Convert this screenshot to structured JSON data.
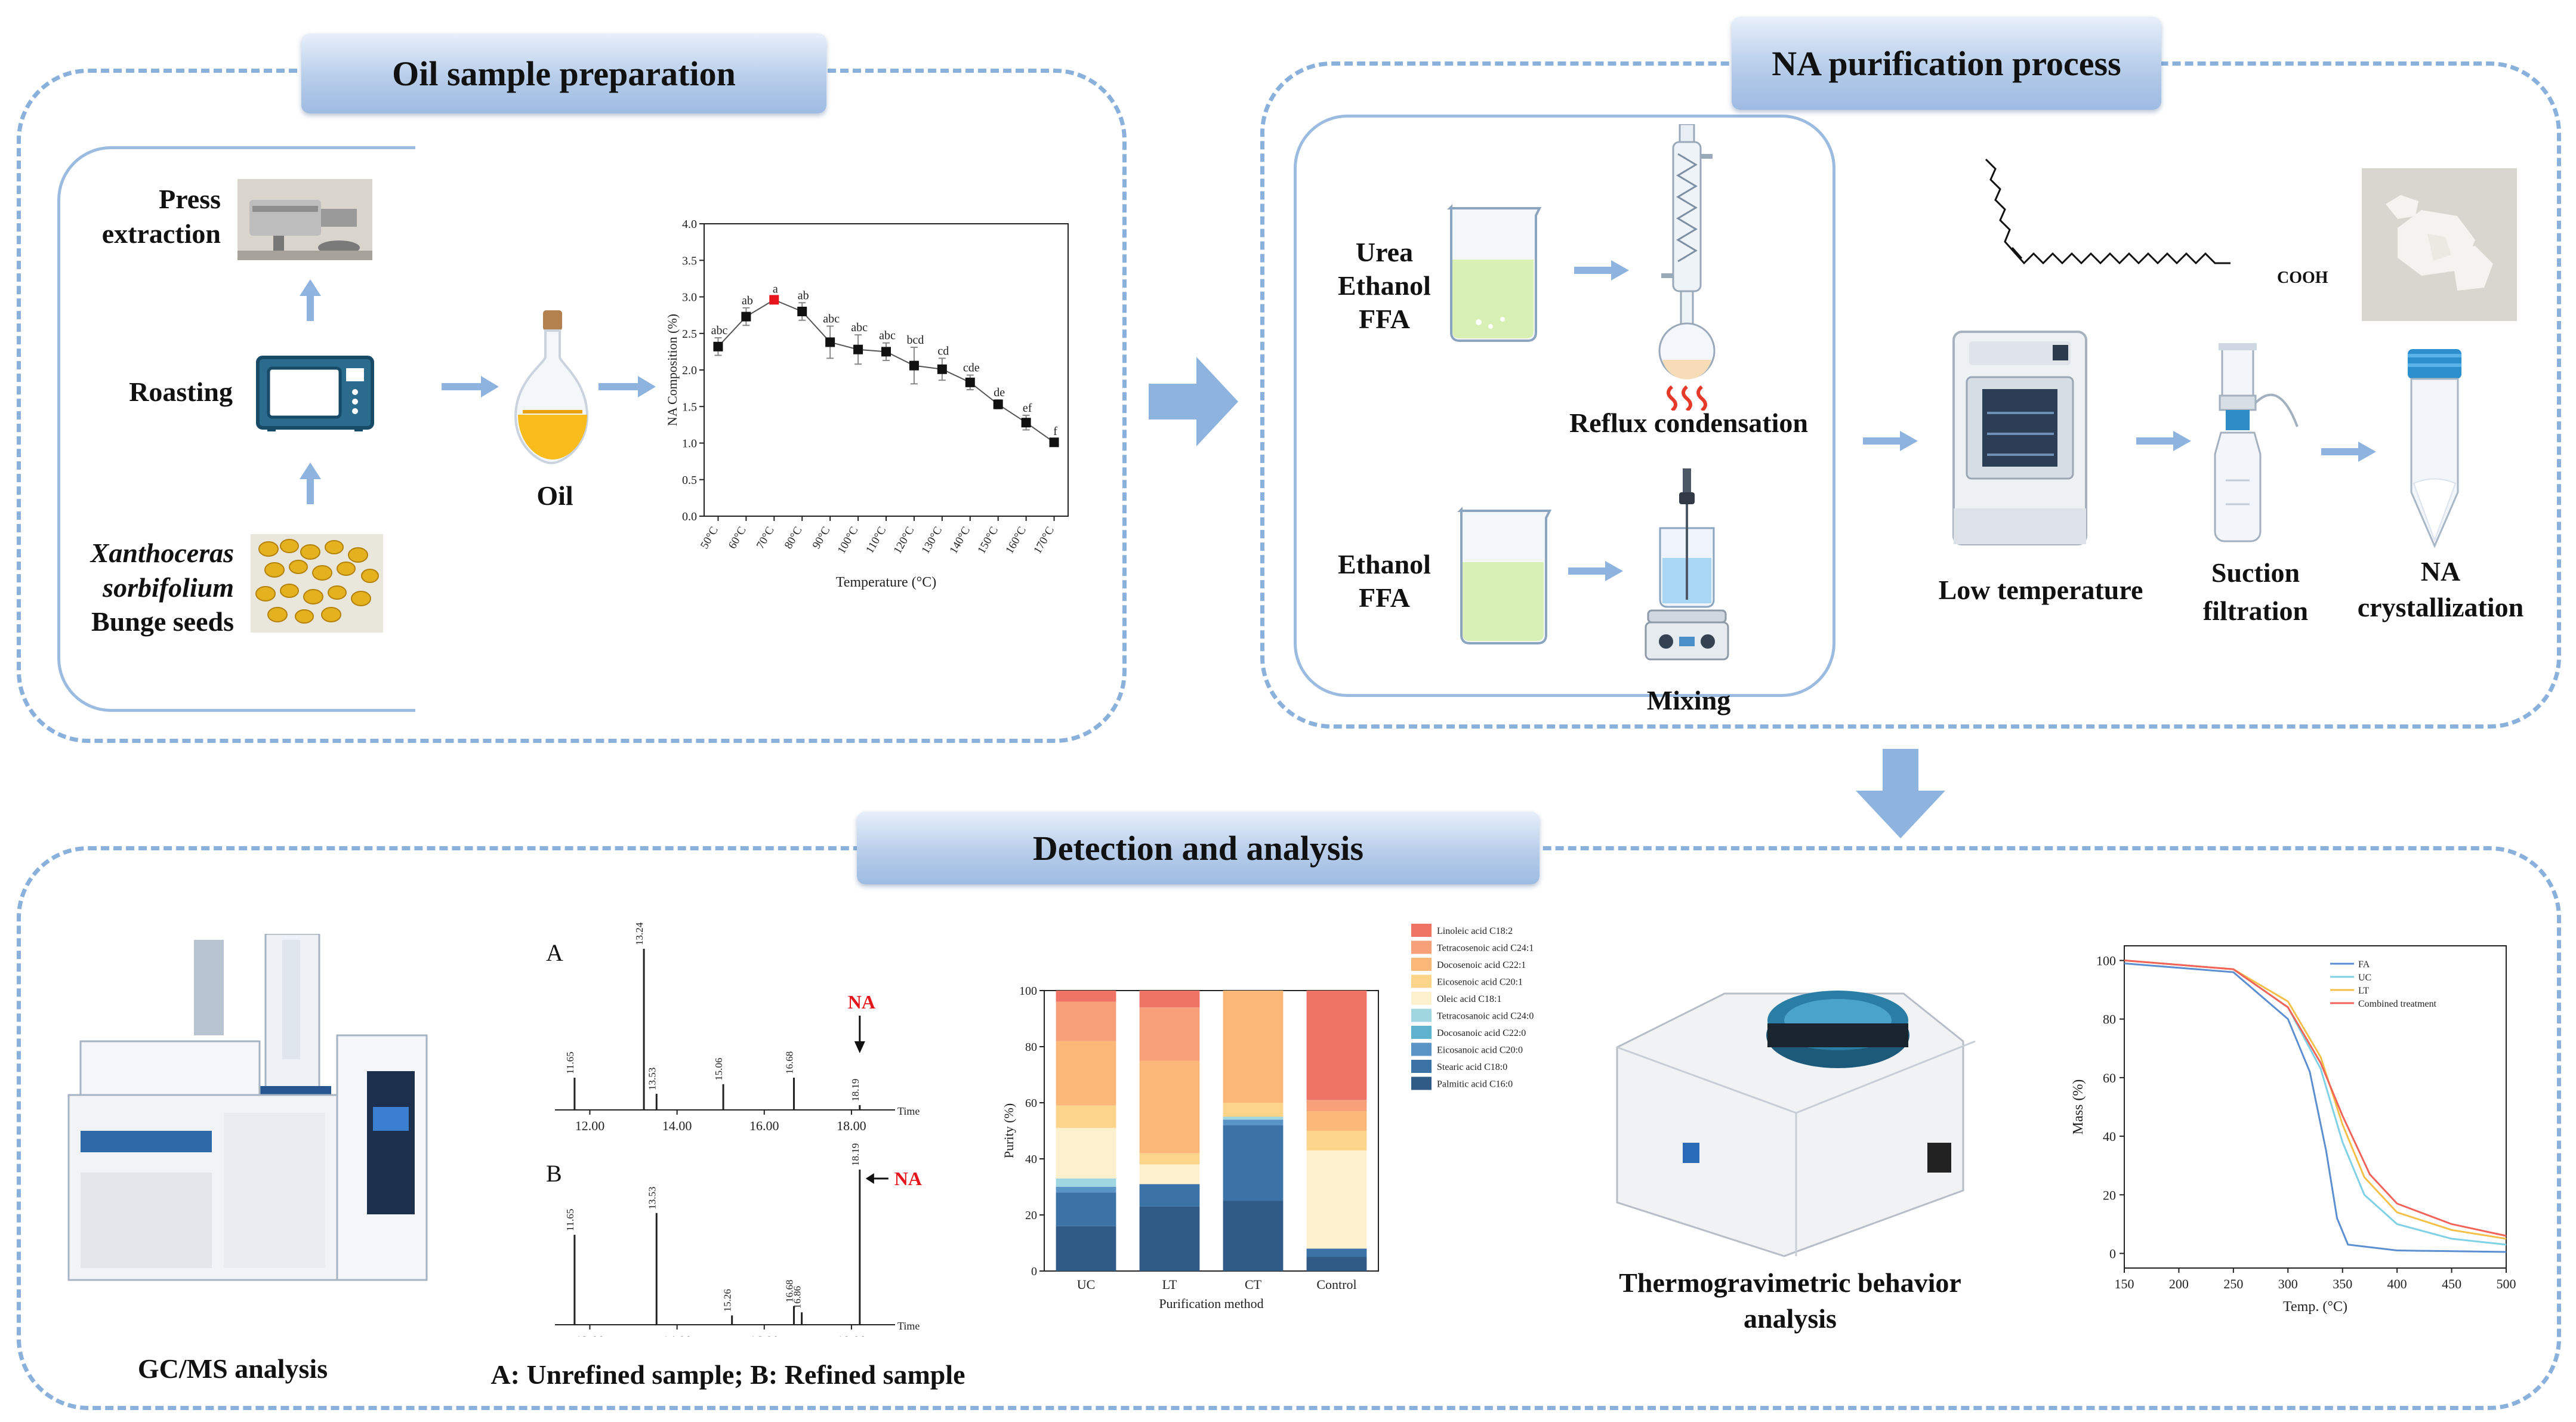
{
  "panels": {
    "oil": {
      "title": "Oil sample preparation"
    },
    "purify": {
      "title": "NA purification process"
    },
    "detect": {
      "title": "Detection and analysis"
    }
  },
  "oil_prep": {
    "press": "Press\nextraction",
    "roasting": "Roasting",
    "seeds_italic": "Xanthoceras\nsorbifolium",
    "seeds_plain": "Bunge seeds",
    "oil": "Oil"
  },
  "purification": {
    "urea_group": "Urea\nEthanol\nFFA",
    "ethanol_group": "Ethanol\nFFA",
    "reflux": "Reflux condensation",
    "mixing": "Mixing",
    "low_temp": "Low temperature",
    "suction": "Suction\nfiltration",
    "crystal": "NA\ncrystallization",
    "cooh": "COOH"
  },
  "detection": {
    "gcms": "GC/MS analysis",
    "chrom_caption": "A: Unrefined sample; B: Refined sample",
    "tga": "Thermogravimetric behavior\nanalysis"
  },
  "colors": {
    "panel_border": "#8ab0dc",
    "arrow": "#8fb3df",
    "na_red": "#e8141b"
  },
  "chart_data": [
    {
      "type": "line",
      "xlabel": "Temperature (°C)",
      "ylabel": "NA Composition (%)",
      "ylim": [
        0.0,
        4.0
      ],
      "yticks": [
        "0.0",
        "0.5",
        "1.0",
        "1.5",
        "2.0",
        "2.5",
        "3.0",
        "3.5",
        "4.0"
      ],
      "categories": [
        "50°C",
        "60°C",
        "70°C",
        "80°C",
        "90°C",
        "100°C",
        "110°C",
        "120°C",
        "130°C",
        "140°C",
        "150°C",
        "160°C",
        "170°C"
      ],
      "values": [
        2.32,
        2.73,
        2.96,
        2.8,
        2.38,
        2.28,
        2.25,
        2.06,
        2.01,
        1.83,
        1.53,
        1.28,
        1.01
      ],
      "errors": [
        0.12,
        0.12,
        0.05,
        0.12,
        0.22,
        0.2,
        0.12,
        0.25,
        0.15,
        0.1,
        0.06,
        0.1,
        0.05
      ],
      "letters": [
        "abc",
        "ab",
        "a",
        "ab",
        "abc",
        "abc",
        "abc",
        "bcd",
        "cd",
        "cde",
        "de",
        "ef",
        "f"
      ],
      "highlight_index": 2
    },
    {
      "type": "line",
      "panel_labels": [
        "A",
        "B"
      ],
      "xlabel": "Time",
      "xticks": [
        "12.00",
        "14.00",
        "16.00",
        "18.00"
      ],
      "xlim": [
        11.2,
        19.0
      ],
      "annotation": "NA",
      "series": [
        {
          "peaks": [
            {
              "x": 11.65,
              "h": 0.2,
              "label": "11.65"
            },
            {
              "x": 13.24,
              "h": 1.0,
              "label": "13.24"
            },
            {
              "x": 13.53,
              "h": 0.1,
              "label": "13.53"
            },
            {
              "x": 15.06,
              "h": 0.16,
              "label": "15.06"
            },
            {
              "x": 16.68,
              "h": 0.2,
              "label": "16.68"
            },
            {
              "x": 18.19,
              "h": 0.03,
              "label": "18.19"
            }
          ],
          "na_peak": "18.19"
        },
        {
          "peaks": [
            {
              "x": 11.65,
              "h": 0.58,
              "label": "11.65"
            },
            {
              "x": 13.53,
              "h": 0.72,
              "label": "13.53"
            },
            {
              "x": 15.26,
              "h": 0.06,
              "label": "15.26"
            },
            {
              "x": 16.68,
              "h": 0.12,
              "label": "16.68"
            },
            {
              "x": 16.86,
              "h": 0.08,
              "label": "16.86"
            },
            {
              "x": 18.19,
              "h": 1.0,
              "label": "18.19"
            }
          ],
          "na_peak": "18.19"
        }
      ]
    },
    {
      "type": "bar",
      "xlabel": "Purification method",
      "ylabel": "Purity (%)",
      "ylim": [
        0,
        100
      ],
      "yticks": [
        "0",
        "20",
        "40",
        "60",
        "80",
        "100"
      ],
      "categories": [
        "UC",
        "LT",
        "CT",
        "Control"
      ],
      "series": [
        {
          "name": "Palmitic acid C16:0",
          "color": "#2f5b86",
          "values": [
            16,
            23,
            25,
            5
          ]
        },
        {
          "name": "Stearic acid C18:0",
          "color": "#3c73a6",
          "values": [
            12,
            8,
            27,
            3
          ]
        },
        {
          "name": "Eicosanoic acid C20:0",
          "color": "#5a93c6",
          "values": [
            2,
            0,
            2,
            0
          ]
        },
        {
          "name": "Docosanoic acid C22:0",
          "color": "#5fb3cf",
          "values": [
            0,
            0,
            0,
            0
          ]
        },
        {
          "name": "Tetracosanoic acid C24:0",
          "color": "#9fd6e0",
          "values": [
            3,
            0,
            1,
            0
          ]
        },
        {
          "name": "Oleic acid C18:1",
          "color": "#fdf0cc",
          "values": [
            18,
            7,
            0,
            35
          ]
        },
        {
          "name": "Eicosenoic acid C20:1",
          "color": "#fcd48a",
          "values": [
            8,
            4,
            5,
            7
          ]
        },
        {
          "name": "Docosenoic acid C22:1",
          "color": "#fbb879",
          "values": [
            23,
            33,
            40,
            7
          ]
        },
        {
          "name": "Tetracosenoic acid C24:1",
          "color": "#f7a07a",
          "values": [
            14,
            19,
            0,
            4
          ]
        },
        {
          "name": "Linoleic acid C18:2",
          "color": "#f07466",
          "values": [
            4,
            6,
            0,
            39
          ]
        }
      ]
    },
    {
      "type": "line",
      "xlabel": "Temp. (°C)",
      "ylabel": "Mass (%)",
      "xlim": [
        150,
        500
      ],
      "ylim": [
        -5,
        105
      ],
      "xticks": [
        "150",
        "200",
        "250",
        "300",
        "350",
        "400",
        "450",
        "500"
      ],
      "yticks": [
        "0",
        "20",
        "40",
        "60",
        "80",
        "100"
      ],
      "series": [
        {
          "name": "FA",
          "color": "#5b8fd1",
          "points": [
            [
              150,
              99
            ],
            [
              250,
              96
            ],
            [
              300,
              80
            ],
            [
              320,
              62
            ],
            [
              335,
              35
            ],
            [
              345,
              12
            ],
            [
              355,
              3
            ],
            [
              400,
              1
            ],
            [
              500,
              0.5
            ]
          ]
        },
        {
          "name": "UC",
          "color": "#7fd1e6",
          "points": [
            [
              150,
              100
            ],
            [
              250,
              97
            ],
            [
              300,
              84
            ],
            [
              330,
              63
            ],
            [
              350,
              38
            ],
            [
              370,
              20
            ],
            [
              400,
              10
            ],
            [
              450,
              5
            ],
            [
              500,
              3
            ]
          ]
        },
        {
          "name": "LT",
          "color": "#f5c04a",
          "points": [
            [
              150,
              100
            ],
            [
              250,
              97
            ],
            [
              300,
              86
            ],
            [
              330,
              67
            ],
            [
              350,
              44
            ],
            [
              370,
              26
            ],
            [
              400,
              14
            ],
            [
              450,
              8
            ],
            [
              500,
              5
            ]
          ]
        },
        {
          "name": "Combined treatment",
          "color": "#f2645a",
          "points": [
            [
              150,
              100
            ],
            [
              250,
              97
            ],
            [
              300,
              84
            ],
            [
              330,
              65
            ],
            [
              350,
              47
            ],
            [
              375,
              27
            ],
            [
              400,
              17
            ],
            [
              450,
              10
            ],
            [
              500,
              6
            ]
          ]
        }
      ]
    }
  ]
}
